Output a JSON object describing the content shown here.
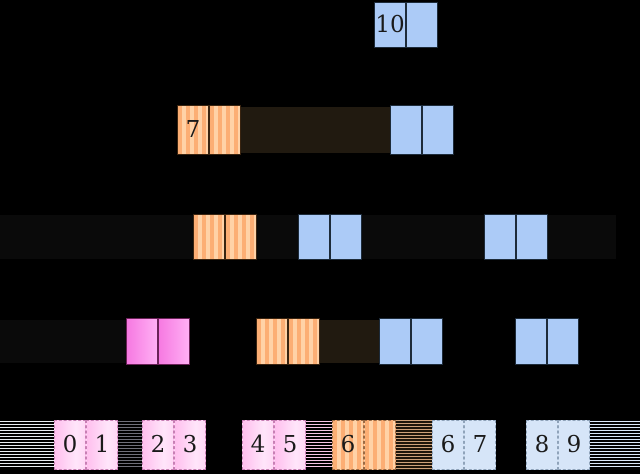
{
  "diagram": {
    "kind": "block-allocation-tree",
    "background": "#000000",
    "colors": {
      "blue_fill": "#accbf7",
      "blue_border": "#1d2b3a",
      "orange_stripe_dark": "#fcae74",
      "orange_stripe_light": "#ffd2a7",
      "pink_gradient_start": "#f679e1",
      "pink_gradient_end": "#ffaff4",
      "leaf_pink_fill": "#ffd8f6",
      "leaf_blue_fill": "#d6e5f8",
      "bar_brown": "#211a10",
      "bar_faint": "#0a0a0a",
      "hatch_light": "#e9edf2",
      "hatch_gray": "#70707a",
      "hatch_pink": "#f6c6e6",
      "hatch_tan": "#cda17a",
      "hatch_blue": "#dae7f7",
      "text": "#1a1a1a"
    },
    "rows": [
      {
        "name": "level-0",
        "groups": [
          {
            "type": "pair",
            "style": "blue",
            "labels": [
              "10",
              ""
            ]
          }
        ]
      },
      {
        "name": "level-1",
        "groups": [
          {
            "type": "pair",
            "style": "orange",
            "labels": [
              "7",
              ""
            ]
          },
          {
            "type": "bar",
            "style": "brown"
          },
          {
            "type": "pair",
            "style": "blue",
            "labels": [
              "",
              ""
            ]
          }
        ]
      },
      {
        "name": "level-2",
        "groups": [
          {
            "type": "bar",
            "style": "faint"
          },
          {
            "type": "pair",
            "style": "orange",
            "labels": [
              "",
              ""
            ]
          },
          {
            "type": "pair",
            "style": "blue",
            "labels": [
              "",
              ""
            ]
          },
          {
            "type": "pair",
            "style": "blue",
            "labels": [
              "",
              ""
            ]
          }
        ]
      },
      {
        "name": "level-3",
        "groups": [
          {
            "type": "bar",
            "style": "faint"
          },
          {
            "type": "pair",
            "style": "pink",
            "labels": [
              "",
              ""
            ]
          },
          {
            "type": "pair",
            "style": "orange",
            "labels": [
              "",
              ""
            ]
          },
          {
            "type": "bar",
            "style": "brown"
          },
          {
            "type": "pair",
            "style": "blue",
            "labels": [
              "",
              ""
            ]
          },
          {
            "type": "pair",
            "style": "blue",
            "labels": [
              "",
              ""
            ]
          }
        ]
      },
      {
        "name": "level-4-leaves",
        "groups": [
          {
            "type": "hatch",
            "style": "light"
          },
          {
            "type": "pair",
            "style": "leaf-pink",
            "labels": [
              "0",
              "1"
            ]
          },
          {
            "type": "hatch",
            "style": "gray"
          },
          {
            "type": "pair",
            "style": "leaf-pink",
            "labels": [
              "2",
              "3"
            ]
          },
          {
            "type": "pair",
            "style": "leaf-pink",
            "labels": [
              "4",
              "5"
            ]
          },
          {
            "type": "hatch",
            "style": "pink"
          },
          {
            "type": "pair",
            "style": "leaf-orange",
            "labels": [
              "6",
              ""
            ]
          },
          {
            "type": "hatch",
            "style": "tan"
          },
          {
            "type": "pair",
            "style": "leaf-blue",
            "labels": [
              "6",
              "7"
            ]
          },
          {
            "type": "pair",
            "style": "leaf-blue",
            "labels": [
              "8",
              "9"
            ]
          },
          {
            "type": "hatch",
            "style": "blue"
          }
        ]
      }
    ]
  }
}
